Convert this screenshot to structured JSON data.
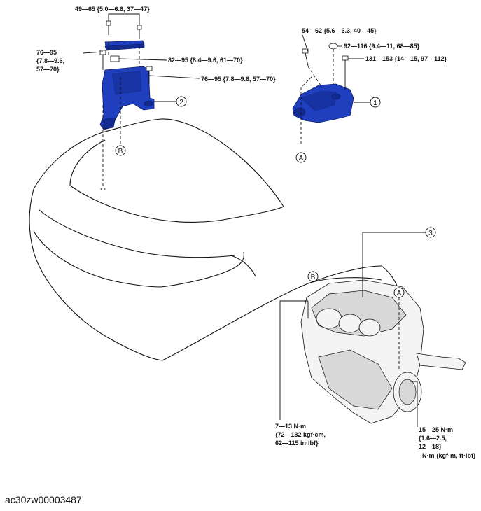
{
  "torques": {
    "t_top_bracket": "49—65 {5.0—6.6, 37—47}",
    "t_left_line1": "76—95",
    "t_left_line2": "{7.8—9.6,",
    "t_left_line3": "57—70}",
    "t_mid": "82—95 {8.4—9.6, 61—70}",
    "t_bracket2": "76—95 {7.8—9.6, 57—70}",
    "t_mount1_top": "54—62 {5.6—6.3, 40—45}",
    "t_mount1_nut": "92—116 {9.4—11, 68—85}",
    "t_mount1_bolt": "131—153 {14—15, 97—112}",
    "t_low_left_1": "7—13 N·m",
    "t_low_left_2": "{72—132 kgf·cm,",
    "t_low_left_3": "62—115 in·lbf}",
    "t_low_right_1": "15—25 N·m",
    "t_low_right_2": "{1.6—2.5,",
    "t_low_right_3": "12—18}",
    "units": "N·m {kgf·m, ft·lbf}"
  },
  "callouts": {
    "num1": "1",
    "num2": "2",
    "num3": "3",
    "letterA": "A",
    "letterB": "B"
  },
  "figure_code": "ac30zw00003487",
  "colors": {
    "part_blue": "#1f3fbf",
    "line": "#111111"
  }
}
